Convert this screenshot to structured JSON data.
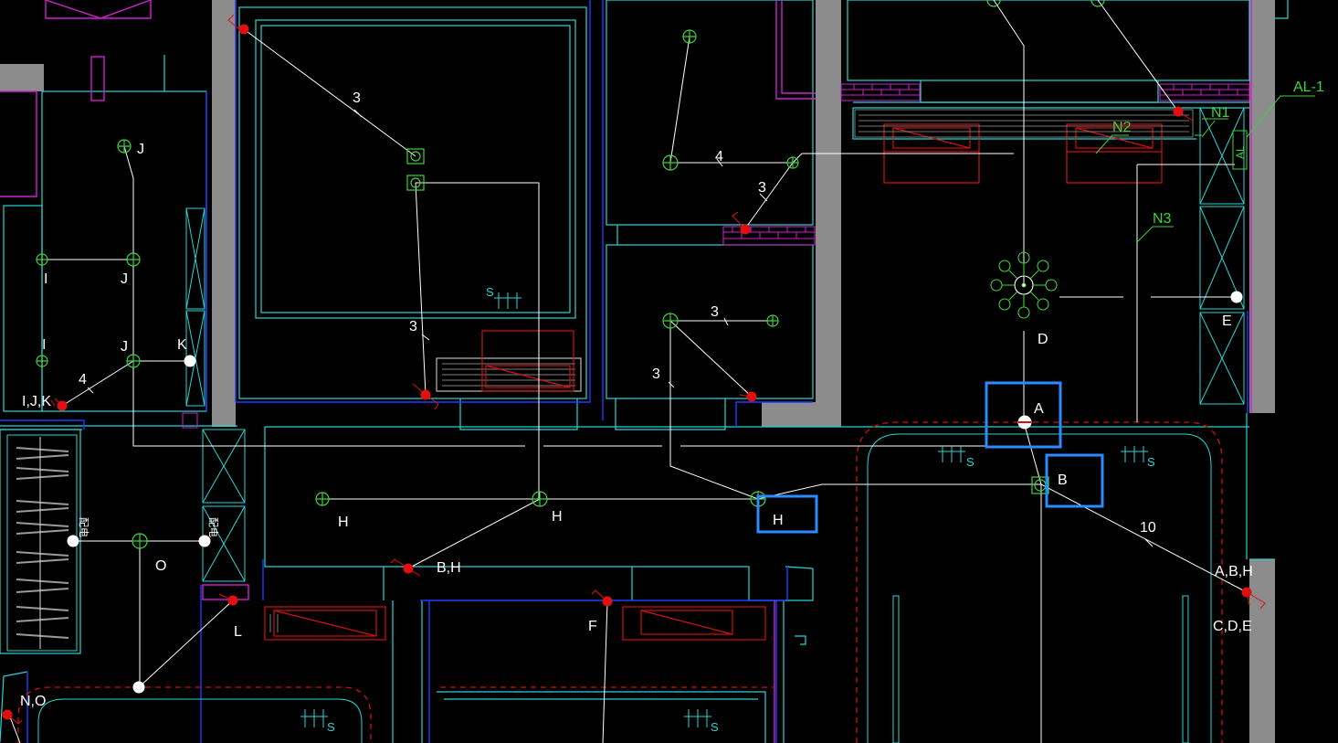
{
  "colors": {
    "background": "#000000",
    "wall_cyan": "#2ad4d4",
    "wall_blue": "#1e3cff",
    "wall_gray": "#8c8c8c",
    "wire_white": "#ffffff",
    "fixture_green": "#3fd23f",
    "device_red": "#e01010",
    "magenta": "#d020d0",
    "highlight_blue": "#2a8cff",
    "label_green": "#3fd23f"
  },
  "labels": {
    "circuit_j_top": "J",
    "circuit_i_1": "I",
    "circuit_j_mid": "J",
    "circuit_i_2": "I",
    "circuit_j_low": "J",
    "circuit_k": "K",
    "count_4_left": "4",
    "tag_ijk": "I,J,K",
    "count_3_top": "3",
    "count_3_mid": "3",
    "count_4_right": "4",
    "count_3_right": "3",
    "count_3_lower": "3",
    "count_3_lower2": "3",
    "circuit_h_1": "H",
    "circuit_h_2": "H",
    "circuit_h_box": "H",
    "circuit_o": "O",
    "tag_bh": "B,H",
    "circuit_l": "L",
    "circuit_f": "F",
    "tag_no": "N,O",
    "circuit_d": "D",
    "box_a": "A",
    "box_b": "B",
    "count_10": "10",
    "tag_abh": "A,B,H",
    "tag_cde": "C,D,E",
    "circuit_e": "E",
    "panel_al": "AL",
    "panel_al1": "AL-1",
    "tag_n1": "N1",
    "tag_n2": "N2",
    "tag_n3": "N3",
    "sprinkler_sym": "S",
    "cn_left": "配电",
    "cn_right": "配电"
  }
}
